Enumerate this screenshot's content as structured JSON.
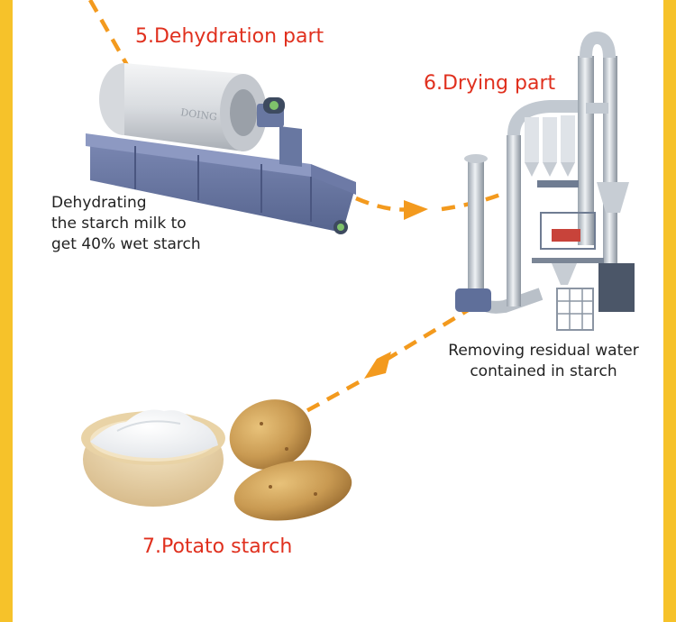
{
  "steps": [
    {
      "title": "5.Dehydration part",
      "description": [
        "Dehydrating",
        "the starch milk to",
        "get 40% wet starch"
      ],
      "machine_mark": "DOING"
    },
    {
      "title": "6.Drying part",
      "description": [
        "Removing residual water",
        "contained in starch"
      ]
    },
    {
      "title": "7.Potato starch"
    }
  ],
  "colors": {
    "accent_bar": "#f6c22a",
    "arrow": "#f39a1e",
    "title": "#e0301e",
    "text": "#222222"
  }
}
